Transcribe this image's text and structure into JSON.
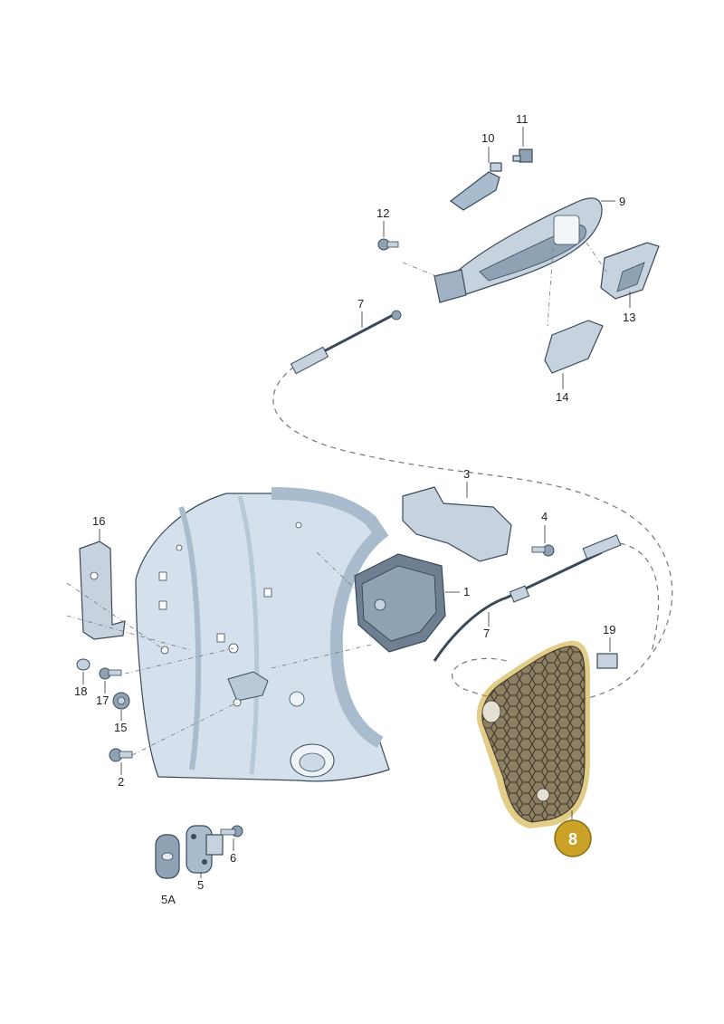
{
  "callouts": {
    "c1": "1",
    "c2": "2",
    "c3": "3",
    "c4": "4",
    "c5": "5",
    "c5a": "5A",
    "c6": "6",
    "c7a": "7",
    "c7b": "7",
    "c8": "8",
    "c9": "9",
    "c10": "10",
    "c11": "11",
    "c12": "12",
    "c13": "13",
    "c14": "14",
    "c15": "15",
    "c16": "16",
    "c17": "17",
    "c18": "18",
    "c19": "19"
  },
  "colors": {
    "door_fill": "#d4e1ec",
    "part_fill": "#c6d3df",
    "part_dark": "#8fa2b4",
    "highlight": "#c9a227",
    "membrane_fill": "#8c7f63"
  }
}
